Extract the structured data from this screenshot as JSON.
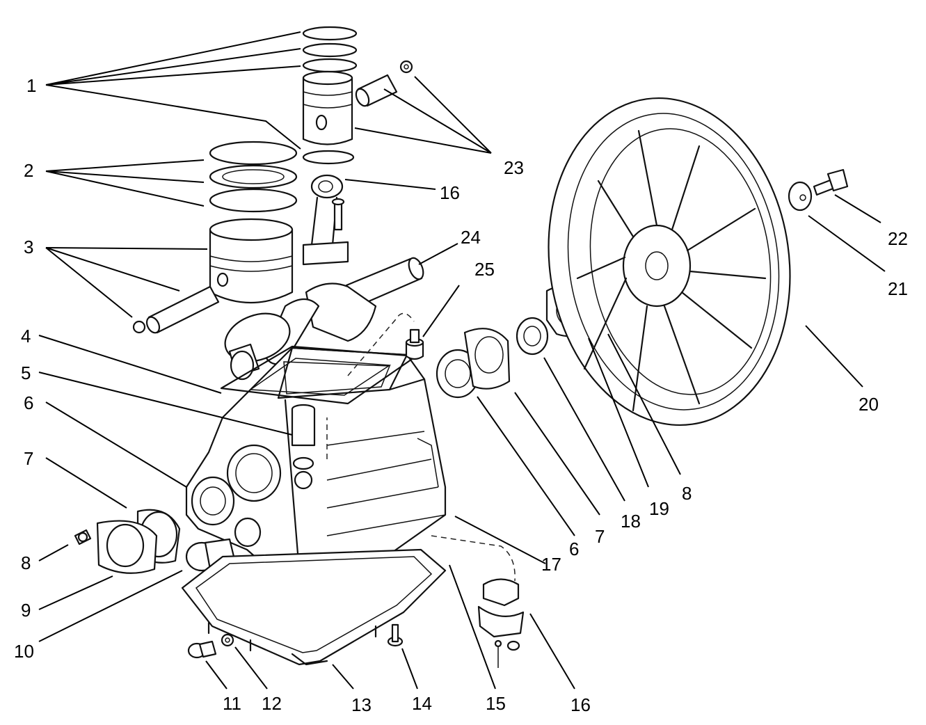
{
  "callouts": {
    "c1": "1",
    "c2": "2",
    "c3": "3",
    "c4": "4",
    "c5": "5",
    "c6a": "6",
    "c6b": "6",
    "c7a": "7",
    "c7b": "7",
    "c8a": "8",
    "c8b": "8",
    "c9": "9",
    "c10": "10",
    "c11": "11",
    "c12": "12",
    "c13": "13",
    "c14": "14",
    "c15": "15",
    "c16a": "16",
    "c16b": "16",
    "c17": "17",
    "c18": "18",
    "c19": "19",
    "c20": "20",
    "c21": "21",
    "c22": "22",
    "c23": "23",
    "c24": "24",
    "c25": "25"
  }
}
